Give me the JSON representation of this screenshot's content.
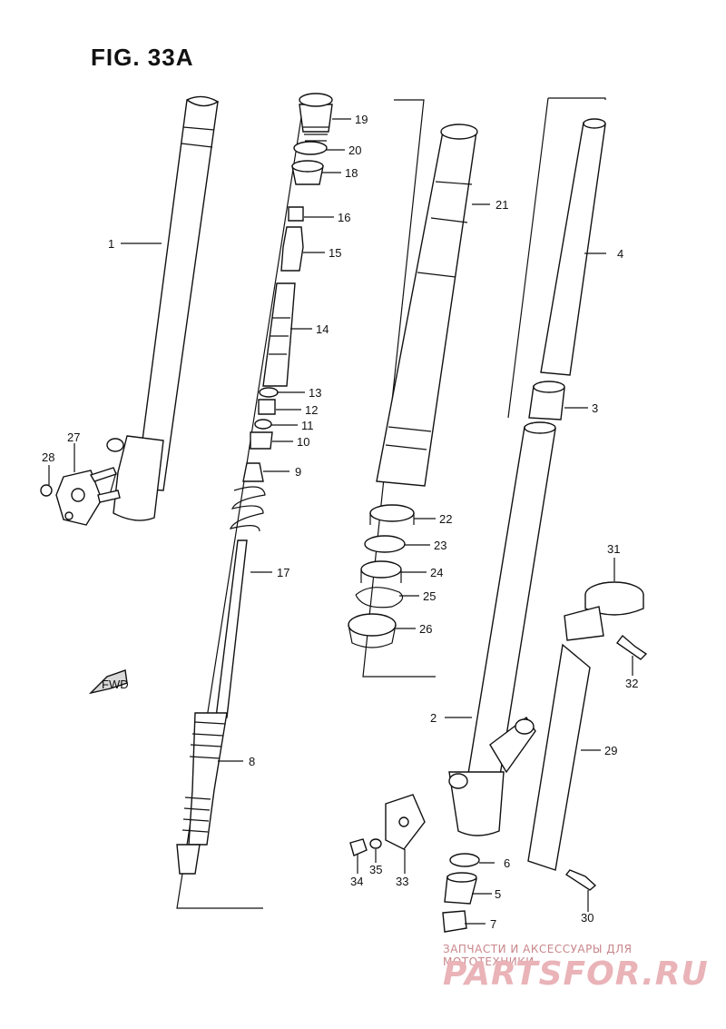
{
  "figure": {
    "title": "FIG. 33A"
  },
  "fwd_label": "FWD",
  "parts": [
    {
      "num": "1"
    },
    {
      "num": "2"
    },
    {
      "num": "3"
    },
    {
      "num": "4"
    },
    {
      "num": "5"
    },
    {
      "num": "6"
    },
    {
      "num": "7"
    },
    {
      "num": "8"
    },
    {
      "num": "9"
    },
    {
      "num": "10"
    },
    {
      "num": "11"
    },
    {
      "num": "12"
    },
    {
      "num": "13"
    },
    {
      "num": "14"
    },
    {
      "num": "15"
    },
    {
      "num": "16"
    },
    {
      "num": "17"
    },
    {
      "num": "18"
    },
    {
      "num": "19"
    },
    {
      "num": "20"
    },
    {
      "num": "21"
    },
    {
      "num": "22"
    },
    {
      "num": "23"
    },
    {
      "num": "24"
    },
    {
      "num": "25"
    },
    {
      "num": "26"
    },
    {
      "num": "27"
    },
    {
      "num": "28"
    },
    {
      "num": "29"
    },
    {
      "num": "30"
    },
    {
      "num": "31"
    },
    {
      "num": "32"
    },
    {
      "num": "33"
    },
    {
      "num": "34"
    },
    {
      "num": "35"
    }
  ],
  "watermark": {
    "caption": "ЗАПЧАСТИ И АКСЕССУАРЫ ДЛЯ МОТОТЕХНИКИ",
    "logo": "PARTSFOR.RU"
  },
  "colors": {
    "line": "#111111",
    "watermark": "#e9b3b7"
  }
}
